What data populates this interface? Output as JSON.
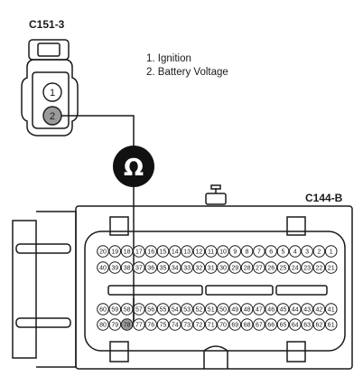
{
  "connector_c151": {
    "label": "C151-3",
    "pins": [
      "1",
      "2"
    ]
  },
  "legend": {
    "items": [
      "1. Ignition",
      "2. Battery Voltage"
    ]
  },
  "meter": {
    "symbol": "Ω"
  },
  "connector_c144": {
    "label": "C144-B",
    "row1": [
      "20",
      "19",
      "18",
      "17",
      "16",
      "15",
      "14",
      "13",
      "12",
      "11",
      "10",
      "9",
      "8",
      "7",
      "6",
      "5",
      "4",
      "3",
      "2",
      "1"
    ],
    "row2": [
      "40",
      "39",
      "38",
      "37",
      "36",
      "35",
      "34",
      "33",
      "32",
      "31",
      "30",
      "29",
      "28",
      "27",
      "26",
      "25",
      "24",
      "23",
      "22",
      "21"
    ],
    "row3": [
      "60",
      "59",
      "58",
      "57",
      "56",
      "55",
      "54",
      "53",
      "52",
      "51",
      "50",
      "49",
      "48",
      "47",
      "46",
      "45",
      "44",
      "43",
      "42",
      "41"
    ],
    "row4": [
      "80",
      "79",
      "78",
      "77",
      "76",
      "75",
      "74",
      "73",
      "72",
      "71",
      "70",
      "69",
      "68",
      "67",
      "66",
      "65",
      "64",
      "63",
      "62",
      "61"
    ],
    "probed_pin": "78"
  },
  "colors": {
    "line": "#1a1a1a",
    "pin_highlight": "#9a9a9a",
    "meter_fill": "#111111"
  }
}
